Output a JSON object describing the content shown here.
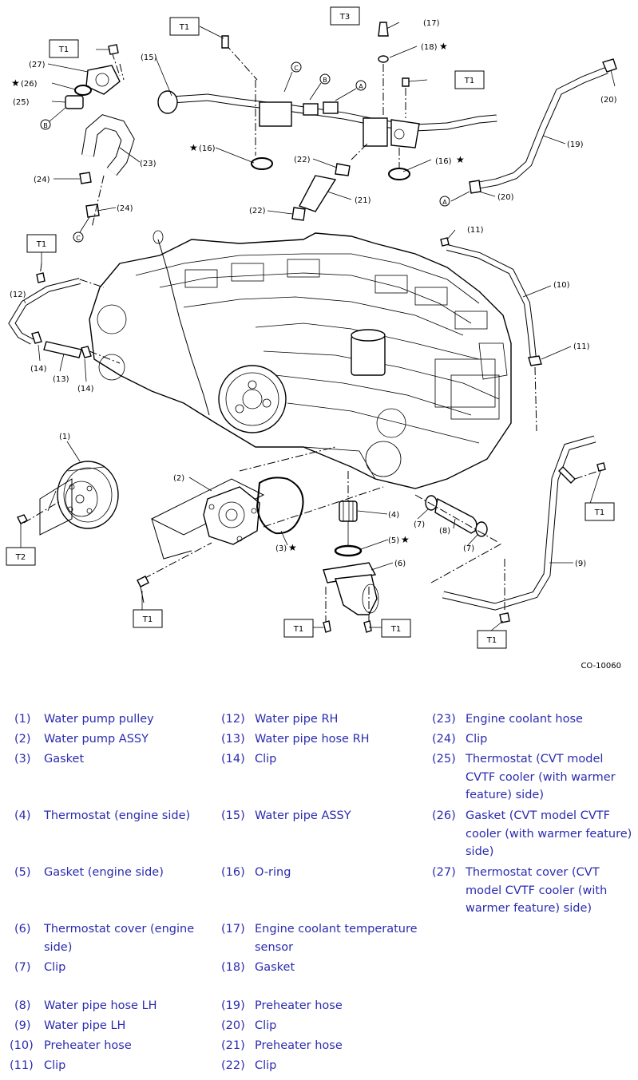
{
  "diagram": {
    "code": "CO-10060",
    "torque_labels": [
      "T1",
      "T1",
      "T3",
      "T1",
      "T1",
      "T2",
      "T1",
      "T1",
      "T1",
      "T1",
      "T1"
    ],
    "callouts": [
      "(1)",
      "(2)",
      "(3)",
      "(4)",
      "(5)",
      "(6)",
      "(7)",
      "(7)",
      "(8)",
      "(9)",
      "(10)",
      "(11)",
      "(11)",
      "(12)",
      "(13)",
      "(14)",
      "(14)",
      "(15)",
      "(16)",
      "(16)",
      "(17)",
      "(18)",
      "(19)",
      "(20)",
      "(20)",
      "(21)",
      "(22)",
      "(22)",
      "(23)",
      "(24)",
      "(24)",
      "(25)",
      "(26)",
      "(27)"
    ],
    "circle_markers": [
      "A",
      "B",
      "C",
      "A",
      "B",
      "C"
    ],
    "star_symbol": "★"
  },
  "legend": [
    {
      "num": "(1)",
      "text": "Water pump pulley"
    },
    {
      "num": "(2)",
      "text": "Water pump ASSY"
    },
    {
      "num": "(3)",
      "text": "Gasket"
    },
    {
      "num": "(4)",
      "text": "Thermostat (engine side)"
    },
    {
      "num": "(5)",
      "text": "Gasket (engine side)"
    },
    {
      "num": "(6)",
      "text": "Thermostat cover (engine side)"
    },
    {
      "num": "(7)",
      "text": "Clip"
    },
    {
      "num": "(8)",
      "text": "Water pipe hose LH"
    },
    {
      "num": "(9)",
      "text": "Water pipe LH"
    },
    {
      "num": "(10)",
      "text": "Preheater hose"
    },
    {
      "num": "(11)",
      "text": "Clip"
    },
    {
      "num": "(12)",
      "text": "Water pipe RH"
    },
    {
      "num": "(13)",
      "text": "Water pipe hose RH"
    },
    {
      "num": "(14)",
      "text": "Clip"
    },
    {
      "num": "(15)",
      "text": "Water pipe ASSY"
    },
    {
      "num": "(16)",
      "text": "O-ring"
    },
    {
      "num": "(17)",
      "text": "Engine coolant temperature sensor"
    },
    {
      "num": "(18)",
      "text": "Gasket"
    },
    {
      "num": "(19)",
      "text": "Preheater hose"
    },
    {
      "num": "(20)",
      "text": "Clip"
    },
    {
      "num": "(21)",
      "text": "Preheater hose"
    },
    {
      "num": "(22)",
      "text": "Clip"
    },
    {
      "num": "(23)",
      "text": "Engine coolant hose"
    },
    {
      "num": "(24)",
      "text": "Clip"
    },
    {
      "num": "(25)",
      "text": "Thermostat (CVT model CVTF cooler (with warmer feature) side)"
    },
    {
      "num": "(26)",
      "text": "Gasket (CVT model CVTF cooler (with warmer feature) side)"
    },
    {
      "num": "(27)",
      "text": "Thermostat cover (CVT model CVTF cooler (with warmer feature) side)"
    }
  ]
}
